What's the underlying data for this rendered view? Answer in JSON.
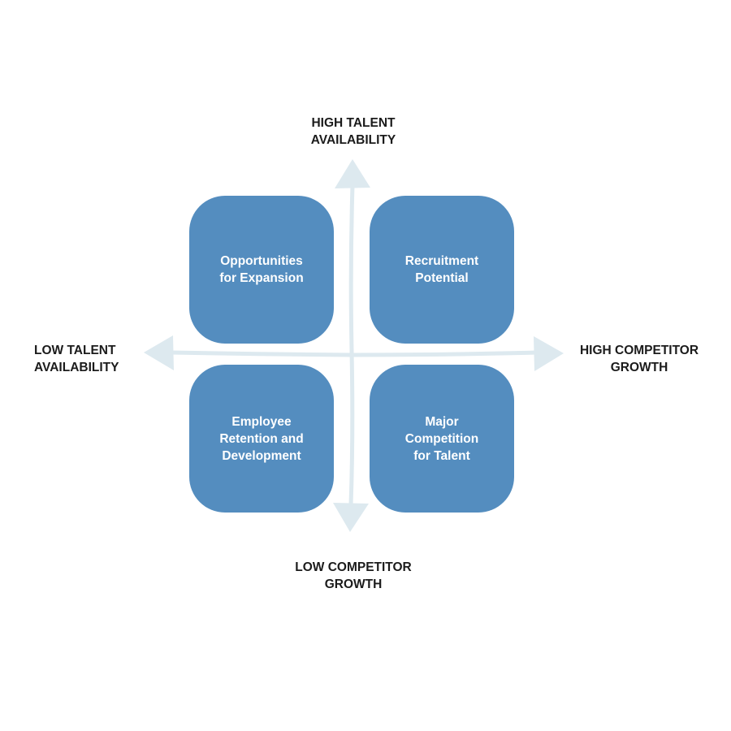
{
  "colors": {
    "quadrant_fill": "#548dbf",
    "quadrant_text": "#ffffff",
    "axis_arrow": "#dde9ef",
    "label_text": "#1b1b1b",
    "background": "#ffffff"
  },
  "axes": {
    "top_label": "HIGH TALENT\nAVAILABILITY",
    "bottom_label": "LOW COMPETITOR\nGROWTH",
    "left_label": "LOW TALENT\nAVAILABILITY",
    "right_label": "HIGH COMPETITOR\nGROWTH"
  },
  "quadrants": [
    {
      "position": "top-left",
      "label": "Opportunities\nfor Expansion"
    },
    {
      "position": "top-right",
      "label": "Recruitment\nPotential"
    },
    {
      "position": "bottom-left",
      "label": "Employee\nRetention and\nDevelopment"
    },
    {
      "position": "bottom-right",
      "label": "Major\nCompetition\nfor Talent"
    }
  ]
}
